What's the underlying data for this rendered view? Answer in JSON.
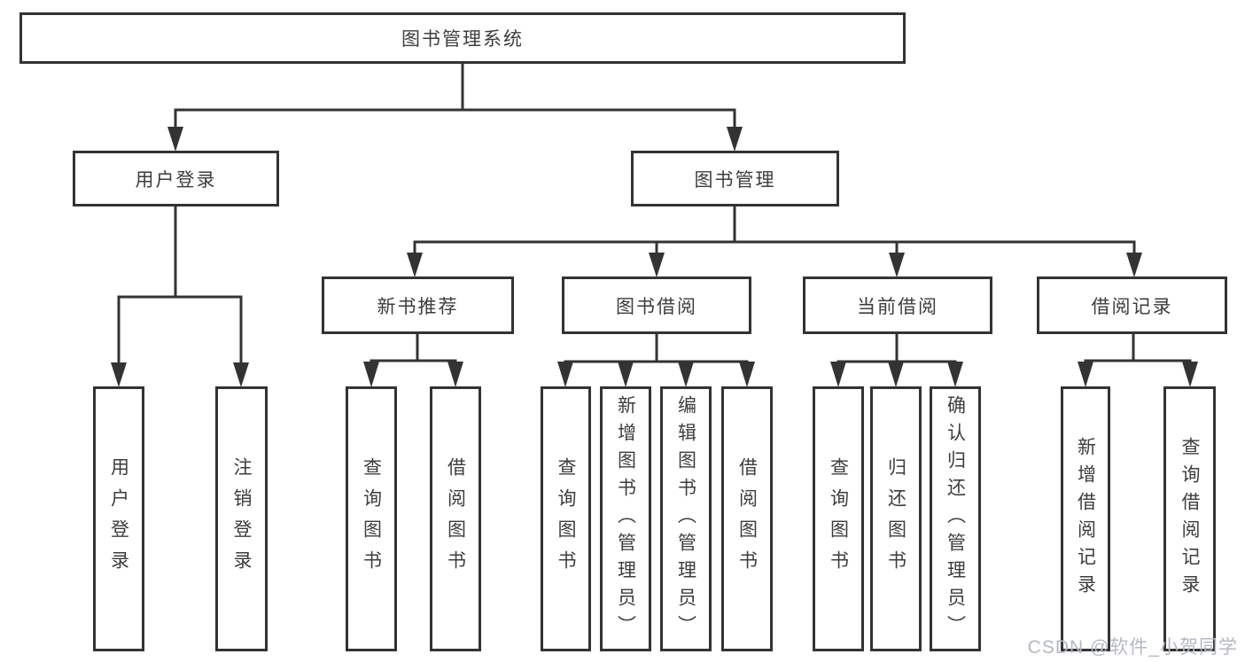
{
  "diagram": {
    "root": "图书管理系统",
    "level2": [
      "用户登录",
      "图书管理"
    ],
    "level3": [
      "新书推荐",
      "图书借阅",
      "当前借阅",
      "借阅记录"
    ],
    "leaves": [
      "用户登录",
      "注销登录",
      "查询图书",
      "借阅图书",
      "查询图书",
      "新增图书（管理员）",
      "编辑图书（管理员）",
      "借阅图书",
      "查询图书",
      "归还图书",
      "确认归还（管理员）",
      "新增借阅记录",
      "查询借阅记录"
    ],
    "structure": {
      "root_children": [
        "用户登录",
        "图书管理"
      ],
      "用户登录_children": [
        "用户登录",
        "注销登录"
      ],
      "图书管理_children": [
        "新书推荐",
        "图书借阅",
        "当前借阅",
        "借阅记录"
      ],
      "新书推荐_children": [
        "查询图书",
        "借阅图书"
      ],
      "图书借阅_children": [
        "查询图书",
        "新增图书（管理员）",
        "编辑图书（管理员）",
        "借阅图书"
      ],
      "当前借阅_children": [
        "查询图书",
        "归还图书",
        "确认归还（管理员）"
      ],
      "借阅记录_children": [
        "新增借阅记录",
        "查询借阅记录"
      ]
    }
  },
  "watermark": "CSDN @软件_小贺同学",
  "colors": {
    "line": "#333333",
    "text": "#3d3d3d",
    "watermark": "#b4b9c0",
    "background": "#ffffff"
  }
}
